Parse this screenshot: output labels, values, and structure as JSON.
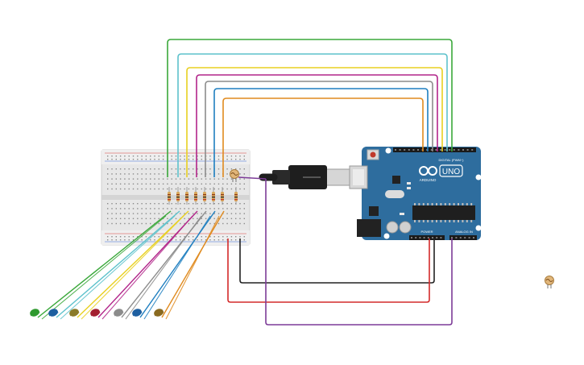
{
  "board": {
    "brand": "ARDUINO",
    "model": "UNO",
    "digital_header": "DIGITAL (PWM~)",
    "power_header": "POWER",
    "analog_header": "ANALOG IN"
  },
  "colors": {
    "board_blue": "#2e6d9e",
    "breadboard": "#e7e7e7",
    "wire_green": "#3aa83a",
    "wire_cyan": "#5ec2cc",
    "wire_yellow": "#e8d021",
    "wire_magenta": "#b2258a",
    "wire_gray": "#8c8c8c",
    "wire_blue": "#1f7fc0",
    "wire_orange": "#e08a1e",
    "wire_black": "#222222",
    "wire_red": "#d42a2a",
    "wire_purple": "#7d3c98"
  },
  "leds": [
    {
      "color": "#2f9a2f"
    },
    {
      "color": "#1d5fa0"
    },
    {
      "color": "#8a7a28"
    },
    {
      "color": "#a32030"
    },
    {
      "color": "#8c8c8c"
    },
    {
      "color": "#1d5fa0"
    },
    {
      "color": "#8a6a20"
    }
  ],
  "icons": [
    "usb-cable-icon",
    "photoresistor-icon",
    "reset-button-icon",
    "arduino-infinity-logo-icon"
  ]
}
